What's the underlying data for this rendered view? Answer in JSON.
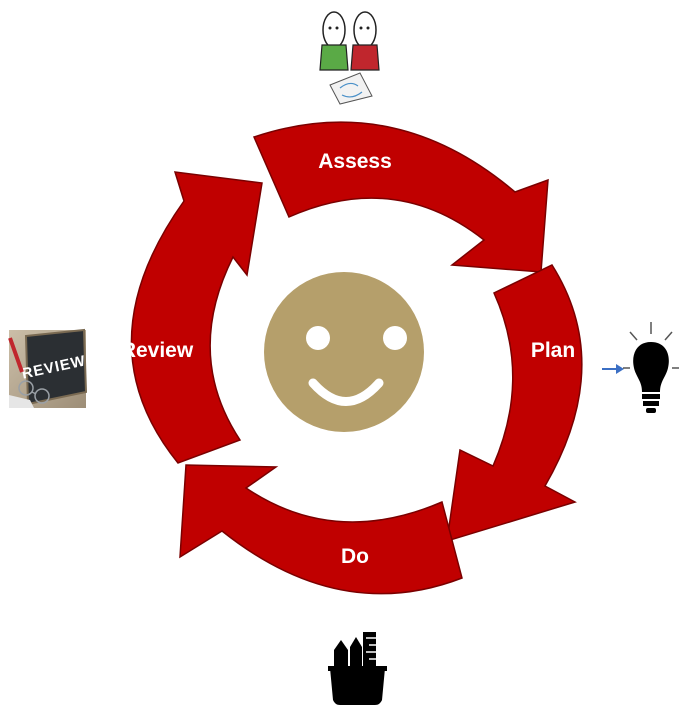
{
  "cycle": {
    "steps": [
      {
        "label": "Assess"
      },
      {
        "label": "Plan"
      },
      {
        "label": "Do"
      },
      {
        "label": "Review"
      }
    ],
    "arrow_color": "#c00000",
    "arrow_outline": "#7a0000",
    "center_color": "#b59f6b"
  },
  "icons": {
    "top": "people-discussing-icon",
    "right": "lightbulb-icon",
    "bottom": "pencil-cup-icon",
    "left": "review-chalkboard-image"
  },
  "review_image_text": "REVIEW"
}
